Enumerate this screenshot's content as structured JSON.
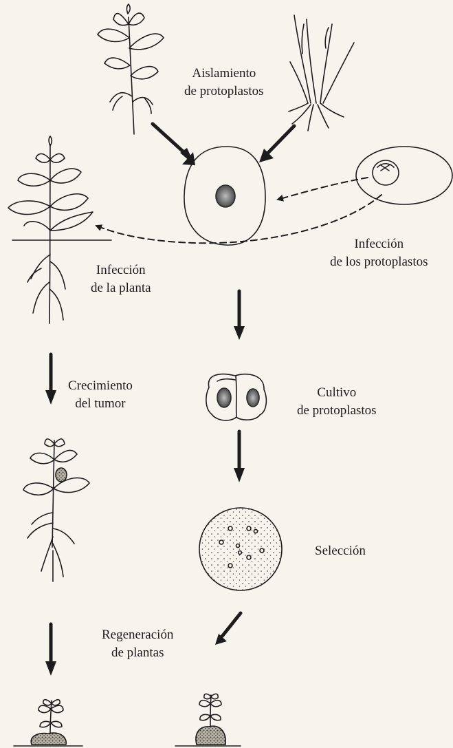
{
  "labels": {
    "aislamiento": [
      "Aislamiento",
      "de protoplastos"
    ],
    "infeccion_protoplastos": [
      "Infección",
      "de los protoplastos"
    ],
    "infeccion_planta": [
      "Infección",
      "de la planta"
    ],
    "crecimiento": [
      "Crecimiento",
      "del tumor"
    ],
    "cultivo": [
      "Cultivo",
      "de protoplastos"
    ],
    "seleccion": [
      "Selección"
    ],
    "regeneracion": [
      "Regeneración",
      "de plantas"
    ]
  },
  "colors": {
    "ink": "#1c1c1c",
    "paper": "#f7f4ee",
    "gray": "#5e5e5e"
  },
  "icons": [
    "dicot-seedling",
    "monocot-grass",
    "protoplast-cell",
    "agrobacterium-cell",
    "infected-plant",
    "dividing-protoplasts",
    "selection-dish",
    "plant-with-tumor",
    "regenerated-plantlet-left",
    "regenerated-plantlet-right"
  ]
}
